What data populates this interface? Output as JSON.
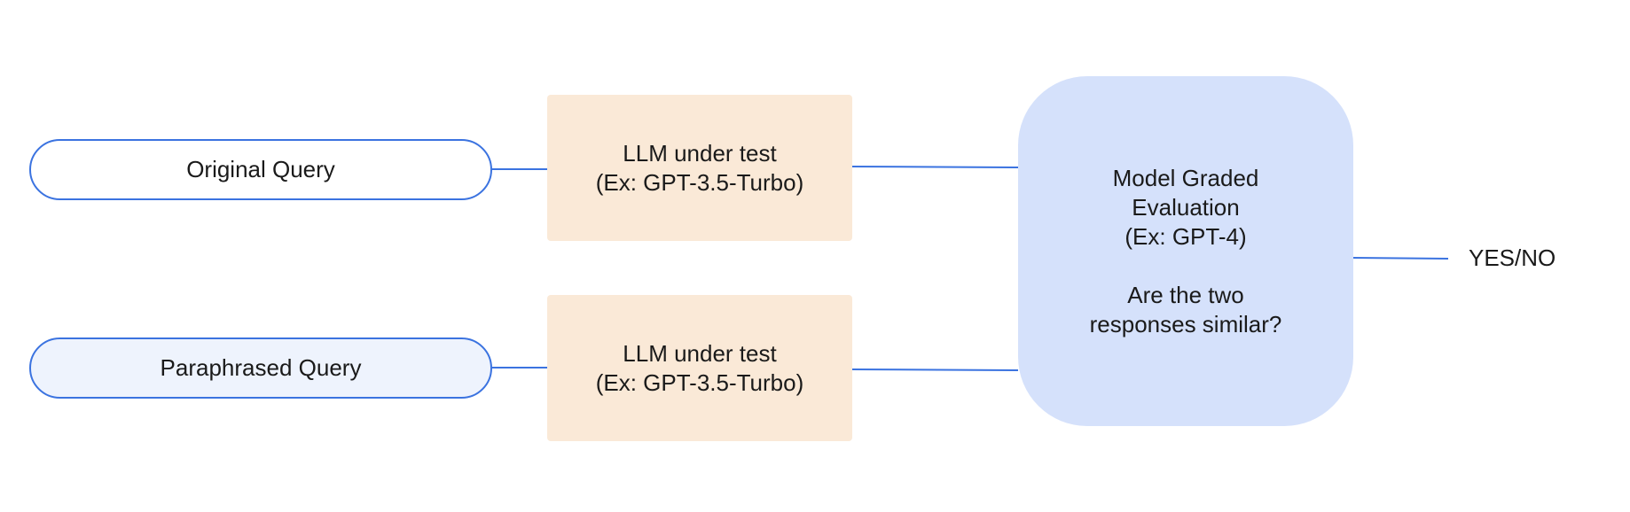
{
  "nodes": {
    "original_query": {
      "label": "Original Query"
    },
    "paraphrased_query": {
      "label": "Paraphrased Query"
    },
    "llm_top": {
      "line1": "LLM under test",
      "line2": "(Ex: GPT-3.5-Turbo)"
    },
    "llm_bottom": {
      "line1": "LLM under test",
      "line2": "(Ex: GPT-3.5-Turbo)"
    },
    "grader": {
      "line1": "Model Graded",
      "line2": "Evaluation",
      "line3": "(Ex: GPT-4)",
      "line4": "Are the two",
      "line5": "responses similar?"
    },
    "output": {
      "label": "YES/NO"
    }
  },
  "colors": {
    "connector": "#3b73e0",
    "pill_border": "#3b73e0",
    "paraphrased_fill": "#eef3fd",
    "llm_fill": "#fae9d7",
    "grader_fill": "#d5e1fb"
  }
}
